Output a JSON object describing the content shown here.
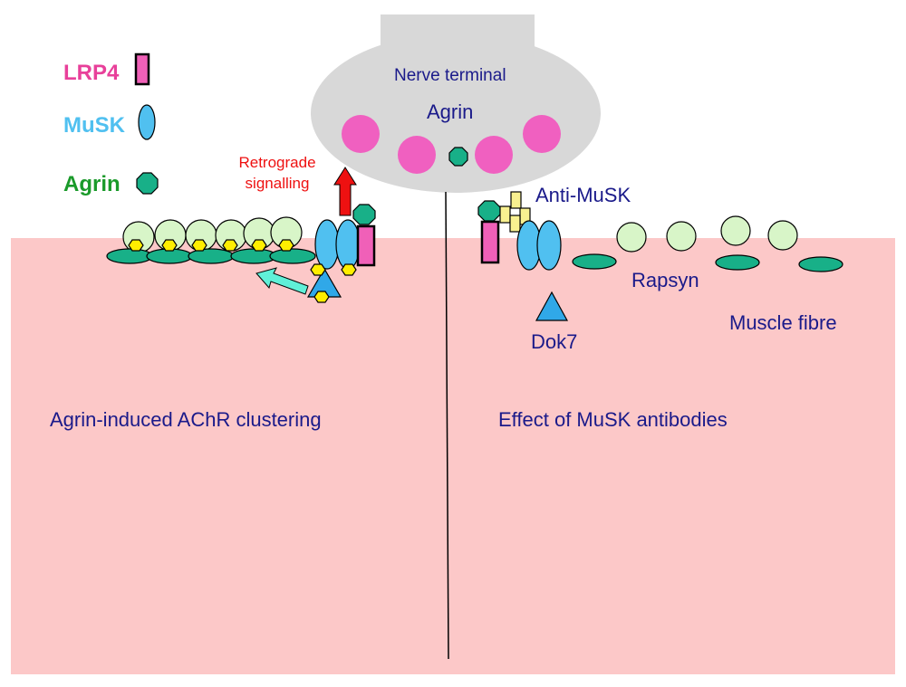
{
  "legend": {
    "lrp4": {
      "label": "LRP4",
      "color": "#e8409a",
      "symbol": "rectangle"
    },
    "musk": {
      "label": "MuSK",
      "color": "#50c0f0",
      "symbol": "ellipse"
    },
    "agrin": {
      "label": "Agrin",
      "color": "#1a9a2a",
      "symbol": "octagon"
    }
  },
  "labels": {
    "nerve_terminal": "Nerve terminal",
    "agrin": "Agrin",
    "retrograde_line1": "Retrograde",
    "retrograde_line2": "signalling",
    "anti_musk": "Anti-MuSK",
    "rapsyn": "Rapsyn",
    "dok7": "Dok7",
    "muscle_fibre": "Muscle fibre",
    "left_caption": "Agrin-induced AChR clustering",
    "right_caption": "Effect of MuSK antibodies"
  },
  "colors": {
    "muscle": "#fcc8c8",
    "nerve": "#d8d8d8",
    "vesicle": "#f060c0",
    "agrin": "#18b088",
    "musk": "#50c0f0",
    "lrp4": "#f060b8",
    "rapsyn": "#18b088",
    "achr": "#d8f5c8",
    "yellow": "#ffee00",
    "antibody": "#f8f090",
    "dok7": "#30a8e8",
    "arrow_red": "#ee1111",
    "arrow_cyan": "#60f0d8",
    "text_navy": "#1a1a8a",
    "text_red": "#ee1111"
  }
}
